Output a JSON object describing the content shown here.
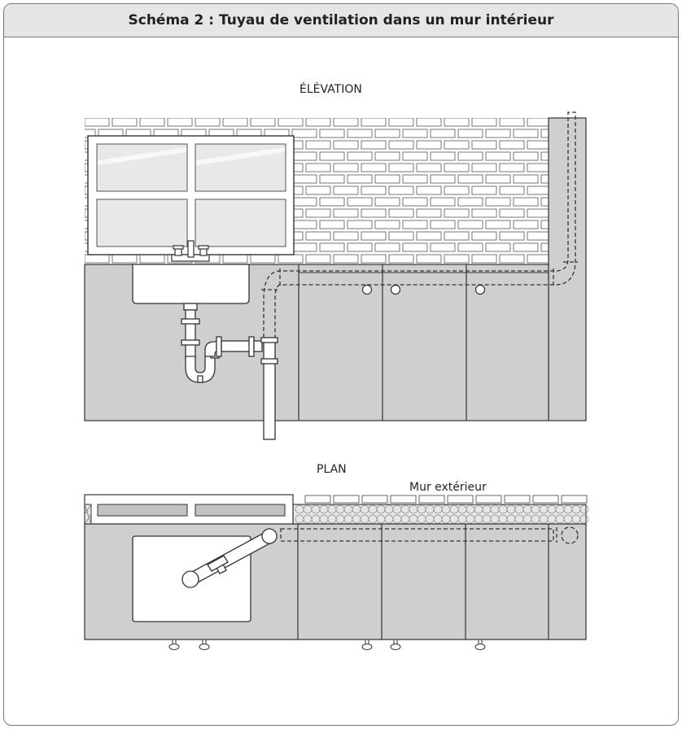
{
  "title": "Schéma 2 : Tuyau de ventilation dans un mur intérieur",
  "elevation_label": "ÉLÉVATION",
  "plan_label": "PLAN",
  "exterior_wall_label": "Mur extérieur"
}
